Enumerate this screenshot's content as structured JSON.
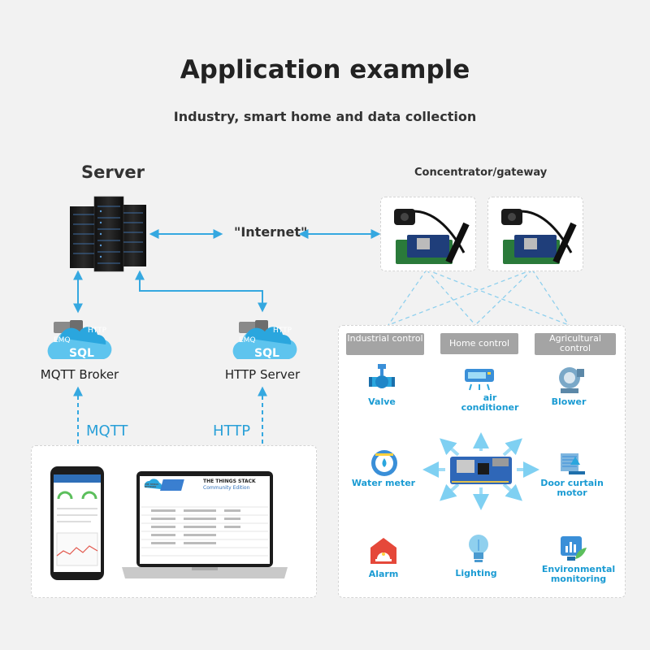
{
  "title": "Application example",
  "subtitle": "Industry, smart home and data collection",
  "server_label": "Server",
  "gateway_label": "Concentrator/gateway",
  "internet_label": "\"Internet\"",
  "brokers": [
    {
      "label": "MQTT Broker",
      "tags": [
        "EMQ",
        "HTTP",
        "SQL"
      ]
    },
    {
      "label": "HTTP Server",
      "tags": [
        "EMQ",
        "HTTP",
        "SQL"
      ]
    }
  ],
  "protocols": {
    "mqtt": "MQTT",
    "http": "HTTP"
  },
  "laptop_screen": {
    "app_name": "THE THINGS STACK",
    "edition": "Community Edition",
    "logo_text": "THE THINGS NETWORK"
  },
  "categories": [
    "Industrial control",
    "Home control",
    "Agricultural control"
  ],
  "devices": [
    {
      "label": "Valve",
      "icon": "valve-icon"
    },
    {
      "label": "air conditioner",
      "icon": "air-conditioner-icon"
    },
    {
      "label": "Blower",
      "icon": "blower-icon"
    },
    {
      "label": "Water meter",
      "icon": "water-meter-icon"
    },
    {
      "label": "Door curtain motor",
      "icon": "door-curtain-motor-icon"
    },
    {
      "label": "Alarm",
      "icon": "alarm-icon"
    },
    {
      "label": "Lighting",
      "icon": "lighting-icon"
    },
    {
      "label": "Environmental monitoring",
      "icon": "environmental-monitoring-icon"
    }
  ],
  "colors": {
    "accent": "#29a0d8",
    "device_label": "#1a9bd3",
    "tab": "#a4a4a4",
    "cloud": "#5ec4ee"
  }
}
